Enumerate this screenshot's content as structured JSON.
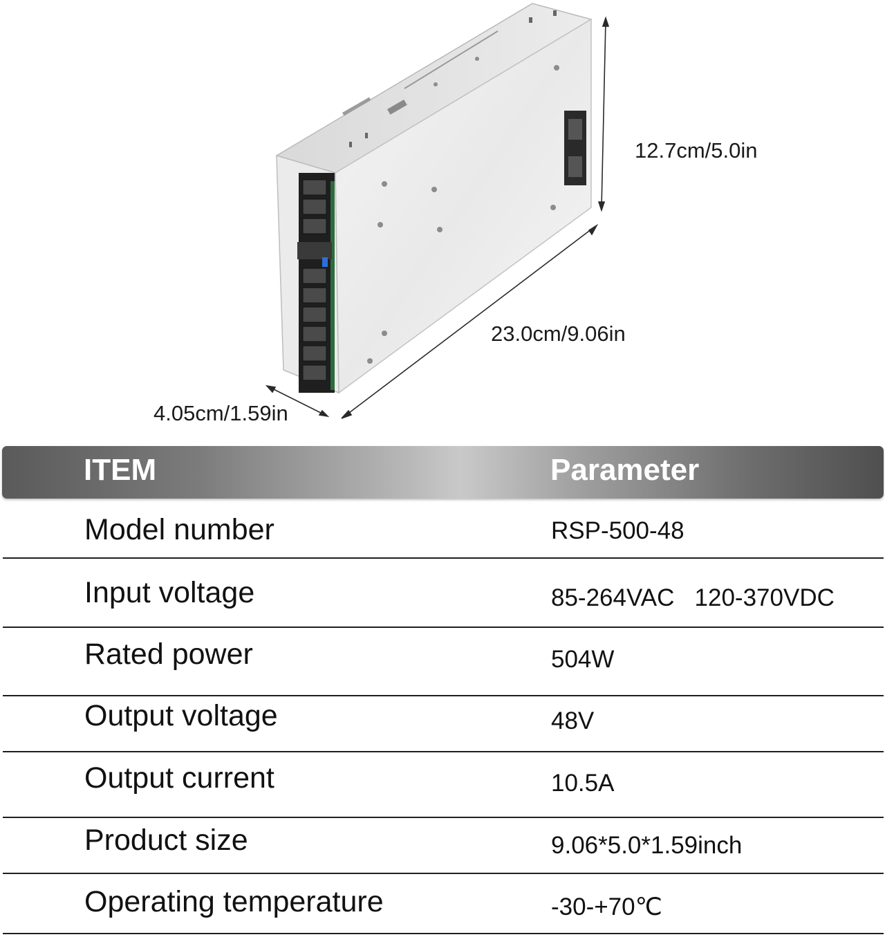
{
  "dimensions": {
    "height": "12.7cm/5.0in",
    "length": "23.0cm/9.06in",
    "width": "4.05cm/1.59in"
  },
  "table": {
    "header": {
      "item": "ITEM",
      "parameter": "Parameter"
    },
    "rows": [
      {
        "item": "Model number",
        "parameter": "RSP-500-48"
      },
      {
        "item": "Input voltage",
        "parameter": "85-264VAC   120-370VDC"
      },
      {
        "item": "Rated power",
        "parameter": "504W"
      },
      {
        "item": "Output voltage",
        "parameter": "48V"
      },
      {
        "item": "Output current",
        "parameter": "10.5A"
      },
      {
        "item": "Product size",
        "parameter": "9.06*5.0*1.59inch"
      },
      {
        "item": "Operating temperature",
        "parameter": "-30-+70℃"
      }
    ]
  }
}
